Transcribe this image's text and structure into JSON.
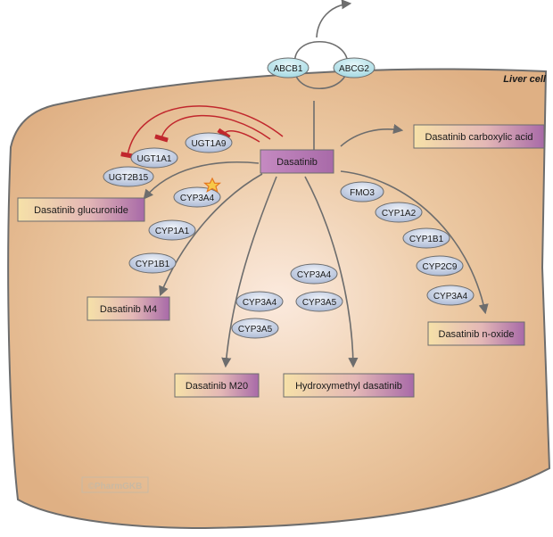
{
  "cell_label": "Liver cell",
  "watermark": "©PharmGKB",
  "colors": {
    "cell_fill": "#e2b488",
    "cell_border": "#6d6d6d",
    "enzyme_fill": "#c8d2e6",
    "transporter_fill": "#bfe6ec",
    "metabolite_gradient_start": "#f6e1a8",
    "metabolite_gradient_end": "#a86aa8",
    "drug_fill": "#b97cb5",
    "inhibition_color": "#c1272d",
    "arrow_color": "#6d6d6d"
  },
  "drug": "Dasatinib",
  "transporters": [
    "ABCB1",
    "ABCG2"
  ],
  "metabolites": {
    "carboxylic_acid": "Dasatinib carboxylic acid",
    "glucuronide": "Dasatinib glucuronide",
    "m4": "Dasatinib M4",
    "m20": "Dasatinib M20",
    "hydroxymethyl": "Hydroxymethyl dasatinib",
    "n_oxide": "Dasatinib n-oxide"
  },
  "enzymes": {
    "ugt_1a9": "UGT1A9",
    "ugt_1a1": "UGT1A1",
    "ugt_2b15": "UGT2B15",
    "m4_cyp3a4": "CYP3A4",
    "m4_cyp1a1": "CYP1A1",
    "m4_cyp1b1": "CYP1B1",
    "m20_cyp3a4": "CYP3A4",
    "m20_cyp3a5": "CYP3A5",
    "hm_cyp3a4": "CYP3A4",
    "hm_cyp3a5": "CYP3A5",
    "no_fmo3": "FMO3",
    "no_cyp1a2": "CYP1A2",
    "no_cyp1b1": "CYP1B1",
    "no_cyp2c9": "CYP2C9",
    "no_cyp3a4": "CYP3A4"
  }
}
